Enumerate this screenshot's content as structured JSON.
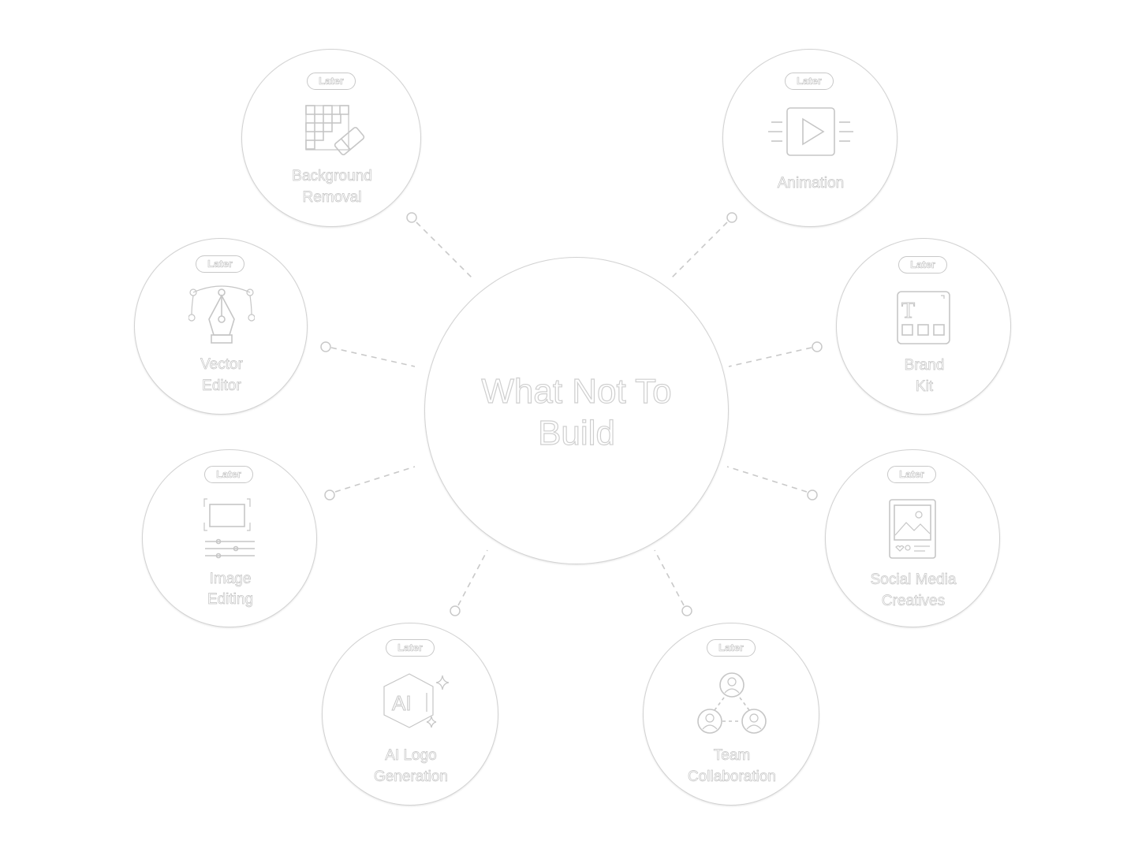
{
  "center": {
    "title_line1": "What Not To",
    "title_line2": "Build"
  },
  "nodes": [
    {
      "badge": "Later",
      "line1": "Background",
      "line2": "Removal",
      "icon": "grid-eraser-icon"
    },
    {
      "badge": "Later",
      "line1": "Animation",
      "line2": "",
      "icon": "play-frame-icon"
    },
    {
      "badge": "Later",
      "line1": "Vector",
      "line2": "Editor",
      "icon": "pen-tool-icon"
    },
    {
      "badge": "Later",
      "line1": "Brand",
      "line2": "Kit",
      "icon": "brand-kit-icon"
    },
    {
      "badge": "Later",
      "line1": "Image",
      "line2": "Editing",
      "icon": "crop-sliders-icon"
    },
    {
      "badge": "Later",
      "line1": "Social Media",
      "line2": "Creatives",
      "icon": "social-post-icon"
    },
    {
      "badge": "Later",
      "line1": "AI Logo",
      "line2": "Generation",
      "icon": "ai-sparkle-icon"
    },
    {
      "badge": "Later",
      "line1": "Team",
      "line2": "Collaboration",
      "icon": "team-icon"
    }
  ],
  "colors": {
    "stroke": "#d2d2d2",
    "text_outline": "#c4c4c4",
    "background": "#ffffff"
  }
}
